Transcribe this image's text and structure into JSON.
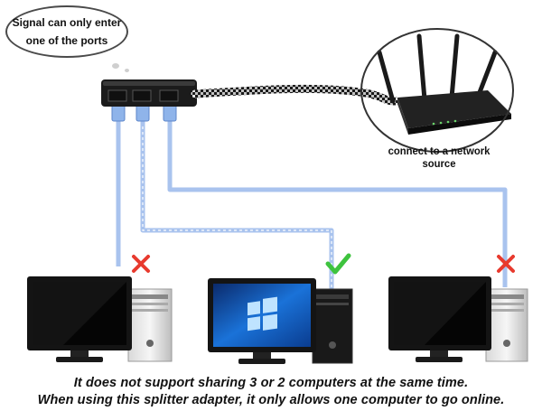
{
  "callout": {
    "line1": "Signal can only enter",
    "line2": "one of the ports"
  },
  "router": {
    "label": "connect to a network source"
  },
  "computers": [
    {
      "status": "blocked",
      "status_icon": "red-x-icon"
    },
    {
      "status": "connected",
      "status_icon": "green-check-icon"
    },
    {
      "status": "blocked",
      "status_icon": "red-x-icon"
    }
  ],
  "caption": {
    "line1": "It does not support sharing 3 or 2 computers at the same time.",
    "line2": "When using this splitter adapter, it only allows one computer to go online."
  },
  "colors": {
    "cable_blue": "#a9c3ee",
    "cable_braid": "#2b2b2b",
    "check_green": "#3ec33e",
    "cross_red": "#e83a2e",
    "screen_blue": "#1a72d8"
  }
}
